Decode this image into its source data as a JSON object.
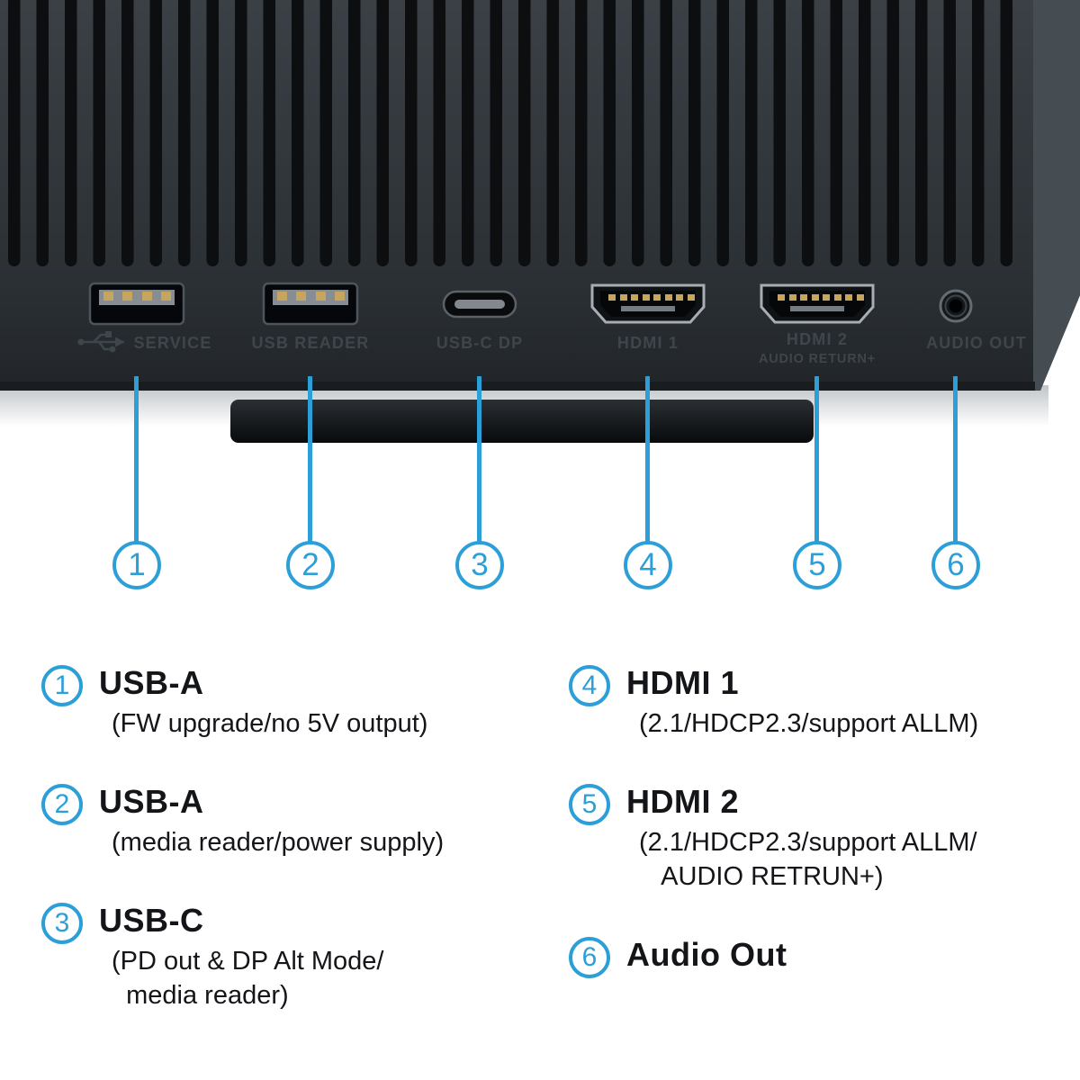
{
  "accent_color": "#2d9fd8",
  "device": {
    "ports": [
      {
        "id": "service",
        "type": "usb-a",
        "label": "SERVICE",
        "icon": "usb-icon"
      },
      {
        "id": "usb-reader",
        "type": "usb-a",
        "label": "USB READER"
      },
      {
        "id": "usb-c-dp",
        "type": "usb-c",
        "label": "USB-C DP"
      },
      {
        "id": "hdmi-1",
        "type": "hdmi",
        "label": "HDMI 1"
      },
      {
        "id": "hdmi-2",
        "type": "hdmi",
        "label": "HDMI 2",
        "sublabel": "AUDIO RETURN+"
      },
      {
        "id": "audio-out",
        "type": "jack",
        "label": "AUDIO OUT"
      }
    ]
  },
  "callouts": [
    "1",
    "2",
    "3",
    "4",
    "5",
    "6"
  ],
  "legend": {
    "left": [
      {
        "num": "1",
        "title": "USB-A",
        "desc": "(FW upgrade/no 5V output)"
      },
      {
        "num": "2",
        "title": "USB-A",
        "desc": "(media reader/power supply)"
      },
      {
        "num": "3",
        "title": "USB-C",
        "desc": "(PD out & DP Alt Mode/\n  media reader)"
      }
    ],
    "right": [
      {
        "num": "4",
        "title": "HDMI 1",
        "desc": "(2.1/HDCP2.3/support ALLM)"
      },
      {
        "num": "5",
        "title": "HDMI 2",
        "desc": "(2.1/HDCP2.3/support ALLM/\n   AUDIO RETRUN+)"
      },
      {
        "num": "6",
        "title": "Audio Out",
        "desc": ""
      }
    ]
  }
}
